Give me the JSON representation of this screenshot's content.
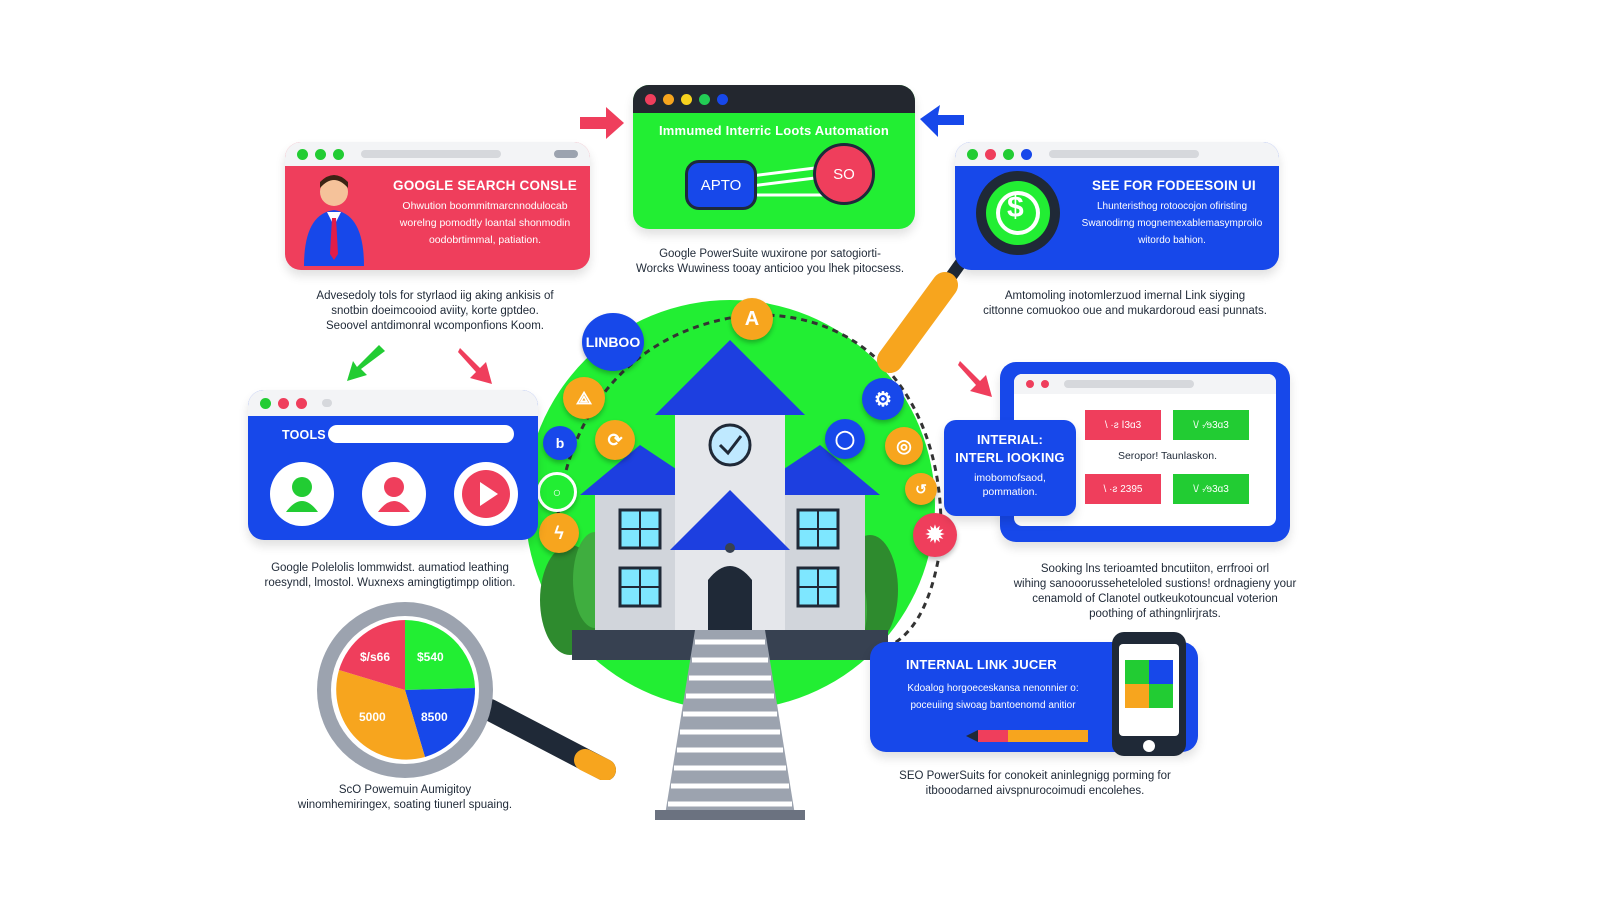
{
  "colors": {
    "red": "#ef3e5c",
    "green": "#22ee33",
    "blue": "#1748ea",
    "orange": "#f7a51e",
    "navy": "#1e3aa8"
  },
  "top_center": {
    "title": "Immumed Interric Loots Automation",
    "left_pill": "APTO",
    "right_pill": "SO",
    "caption_line1": "Google PowerSuite wuxirone por satogiorti-",
    "caption_line2": "Worcks Wuwiness tooay anticioo you lhek pitocsess."
  },
  "gsc_panel": {
    "title": "GOOGLE SEARCH CONSLE",
    "line1": "Ohwution boommitmarcnnodulocab",
    "line2": "worelng pomodtly loantal shonmodin",
    "line3": "oodobrtimmal, patiation.",
    "caption_line1": "Advesedoly tols for styrlaod iig aking ankisis of",
    "caption_line2": "snotbin doeimcooiod aviity, korte gptdeo.",
    "caption_line3": "Seoovel antdimonral wcomponfions Koom."
  },
  "seo_panel": {
    "title": "SEE FOR FODEESOIN UI",
    "icon_symbol": "$",
    "line1": "Lhunteristhog rotoocojon ofiristing",
    "line2": "Swanodirng mognemexablemasymproilo",
    "line3": "witordo bahion.",
    "caption_line1": "Amtomoling inotomlerzuod imernal Link siyging",
    "caption_line2": "cittonne comuokoo oue and mukardoroud easi punnats."
  },
  "tools_panel": {
    "title": "TOOLS",
    "caption_line1": "Google Polelolis lommwidst. aumatiod leathing",
    "caption_line2": "roesyndl, lmostol. Wuxnexs amingtigtimpp olition."
  },
  "interlinking": {
    "badge_line1": "INTERIAL:",
    "badge_line2": "INTERL IOOKING",
    "badge_text1": "imobomofsaod,",
    "badge_text2": "pommation.",
    "center_text": "Seropor! Taunlaskon.",
    "cells": [
      "\\ ·ƨ ⵏ3ɑ3",
      "\\/ ·⁄ɘ3ɑ3",
      "\\ ·ƨ 2395",
      "\\/ ·⁄ɘ3ɑ3"
    ],
    "caption_line1": "Sooking lns terioamted bncutiiton,  errfrooi  orl",
    "caption_line2": "wihing sanooorusseheteloled sustions! ordnagieny your",
    "caption_line3": "cenamold of Clanotel outkeukotouncual voterion",
    "caption_line4": "poothing of athingnlirjrats."
  },
  "juicer_panel": {
    "title": "INTERNAL LINK JUCER",
    "line1": "Kdoalog horgoeceskansa nenonnier o:",
    "line2": "poceuiing siwoag bantoenomd anitior",
    "caption_line1": "SEO PowerSuits for conokeit aninlegnigg porming for",
    "caption_line2": "itbooodarned aivspnurocoimudi encolehes."
  },
  "pie_chart": {
    "labels": [
      "$/s66",
      "$540",
      "5000",
      "8500"
    ],
    "caption_line1": "ScO Powemuin Aumigitoy",
    "caption_line2": "winomhemiringex,  soating tiunerl spuaing."
  },
  "ring_nodes": {
    "linbo": "LINBOO",
    "a_top": "A"
  }
}
